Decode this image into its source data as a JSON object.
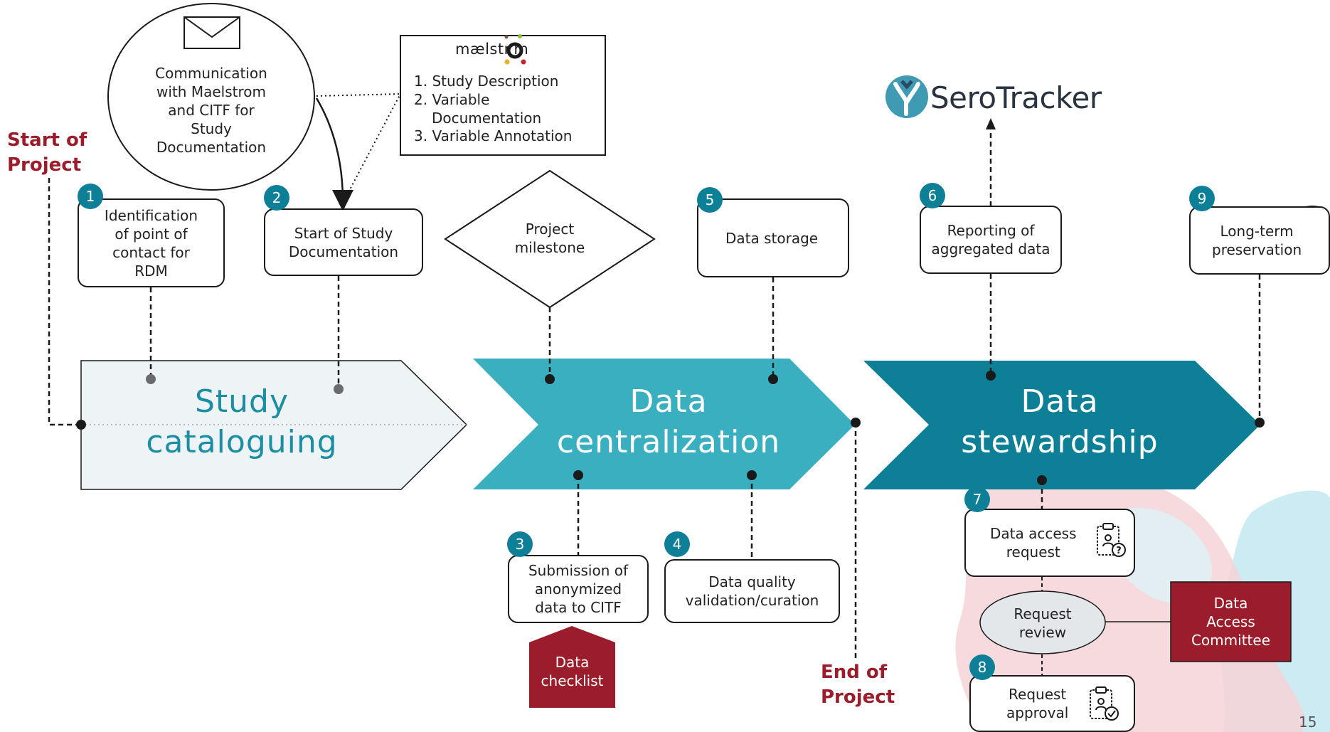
{
  "labels": {
    "start": "Start of\nProject",
    "end": "End of\nProject",
    "page_number": "15"
  },
  "communication": "Communication\nwith Maelstrom\nand CITF for\nStudy\nDocumentation",
  "maelstrom": {
    "logo_text": "mælstr m",
    "items": [
      "1.  Study Description",
      "2. Variable",
      "Documentation",
      "3.  Variable Annotation"
    ]
  },
  "serotracker": {
    "logo_text": "SeroTracker"
  },
  "phases": {
    "cataloguing": "Study\ncataloguing",
    "centralization": "Data\ncentralization",
    "stewardship": "Data\nstewardship"
  },
  "steps": [
    {
      "num": "1",
      "label": "Identification\nof point of\ncontact for\nRDM"
    },
    {
      "num": "2",
      "label": "Start of Study\nDocumentation"
    },
    {
      "num": "3",
      "label": "Submission of\nanonymized\ndata to CITF"
    },
    {
      "num": "4",
      "label": "Data quality\nvalidation/curation"
    },
    {
      "num": "5",
      "label": "Data storage"
    },
    {
      "num": "6",
      "label": "Reporting of\naggregated data"
    },
    {
      "num": "7",
      "label": "Data access\nrequest"
    },
    {
      "num": "8",
      "label": "Request\napproval"
    },
    {
      "num": "9",
      "label": "Long-term\npreservation"
    }
  ],
  "milestone": "Project\nmilestone",
  "request_review": "Request\nreview",
  "data_checklist": "Data\nchecklist",
  "data_access_committee": "Data\nAccess\nCommittee",
  "colors": {
    "cataloguing_fill": "#eef3f5",
    "cataloguing_text": "#1b8ea3",
    "centralization_fill": "#3aafc0",
    "stewardship_fill": "#0d7f96",
    "badge": "#0d7f96",
    "accent_red": "#9b1c2a",
    "review_fill": "#e4e7ea"
  }
}
